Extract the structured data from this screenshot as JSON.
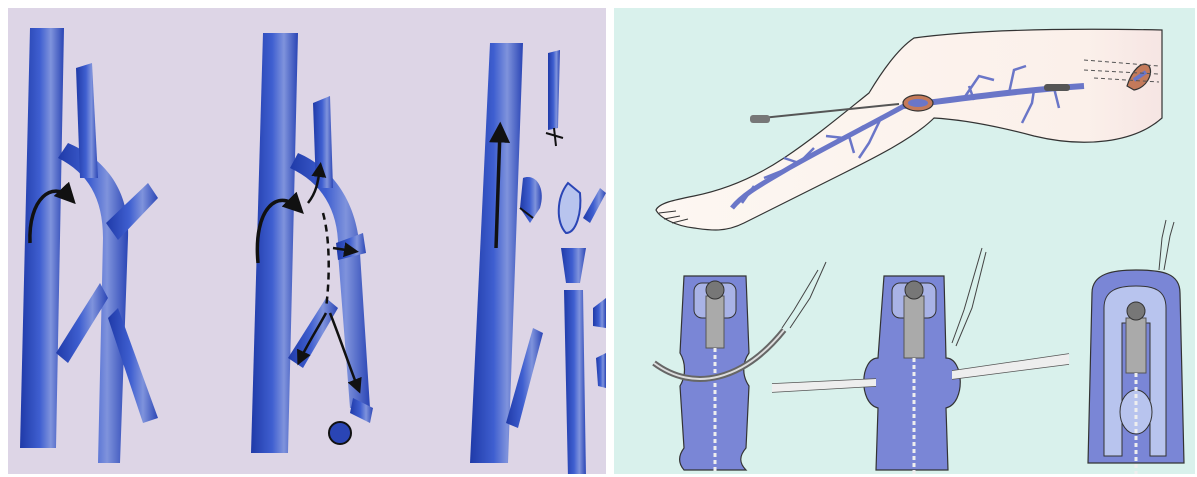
{
  "figure": {
    "left_panel": {
      "stages": [
        "flow-diversion",
        "ligation-redirect",
        "ligated-tributaries"
      ]
    },
    "right_panel": {
      "top": "leg-stripping",
      "bottom": [
        "cuff-insertion",
        "forceps-grasp",
        "invagination"
      ]
    }
  },
  "colors": {
    "vein_blue": "#2f4fc0",
    "vein_light": "#7f93dc",
    "left_background": "#ddd5e6",
    "right_background": "#d9f1ec",
    "skin": "#fbf3ee",
    "diagram_vein": "#7a86d6",
    "arrow": "#111111"
  }
}
